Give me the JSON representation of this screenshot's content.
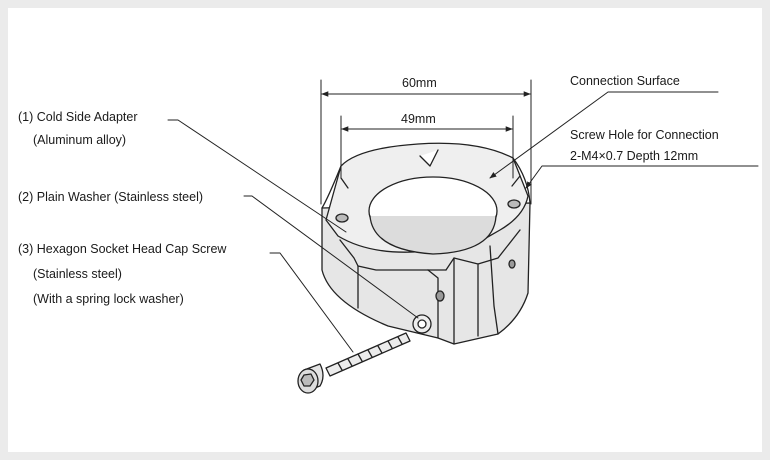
{
  "labels": {
    "cold_side_adapter": "(1) Cold Side Adapter",
    "cold_side_adapter_material": "(Aluminum alloy)",
    "plain_washer": "(2) Plain Washer (Stainless steel)",
    "cap_screw": "(3) Hexagon Socket Head Cap Screw",
    "cap_screw_material": "(Stainless steel)",
    "cap_screw_note": "(With a spring lock washer)",
    "connection_surface": "Connection Surface",
    "screw_hole": "Screw Hole for Connection",
    "screw_hole_spec": "2-M4×0.7 Depth 12mm"
  },
  "dimensions": {
    "outer": "60mm",
    "inner": "49mm"
  },
  "colors": {
    "part_fill": "#e8e8e8",
    "outline": "#222222",
    "background": "#ebebeb"
  }
}
